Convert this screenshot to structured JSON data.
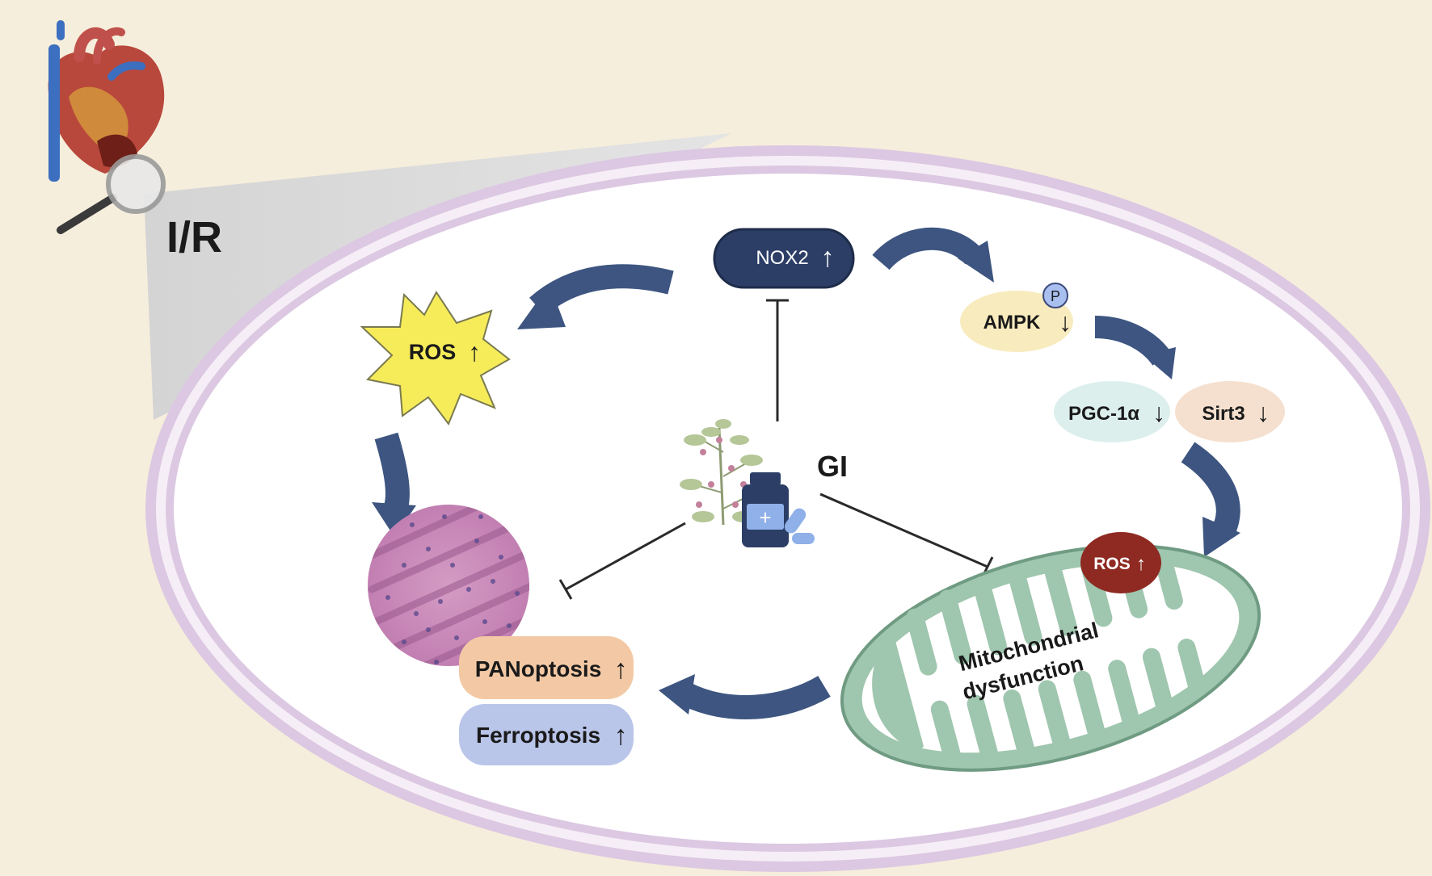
{
  "condition_label": "I/R",
  "nodes": {
    "nox2": {
      "label": "NOX2",
      "arrow": "↑"
    },
    "ampk": {
      "label": "AMPK",
      "arrow": "↓",
      "badge": "P"
    },
    "pgc1a": {
      "label": "PGC-1α",
      "arrow": "↓"
    },
    "sirt3": {
      "label": "Sirt3",
      "arrow": "↓"
    },
    "ros_main": {
      "label": "ROS",
      "arrow": "↑"
    },
    "ros_mito": {
      "label": "ROS",
      "arrow": "↑"
    },
    "panoptosis": {
      "label": "PANoptosis",
      "arrow": "↑"
    },
    "ferroptosis": {
      "label": "Ferroptosis",
      "arrow": "↑"
    },
    "mito": {
      "line1": "Mitochondrial",
      "line2": "dysfunction"
    },
    "gi": {
      "label": "GI"
    }
  },
  "colors": {
    "background": "#f6eedc",
    "membrane": "#dcc8e2",
    "arrow": "#3d5580",
    "nox2_fill": "#2c3e66",
    "ampk_fill": "#f8ebbe",
    "pgc1a_fill": "#dcefec",
    "sirt3_fill": "#f5e0cf",
    "ros_star": "#f6ec5a",
    "ros_mito_fill": "#8e2a22",
    "panoptosis_fill": "#f3c9a5",
    "ferroptosis_fill": "#b9c5e9",
    "mito_fill": "#9fc6ae"
  }
}
